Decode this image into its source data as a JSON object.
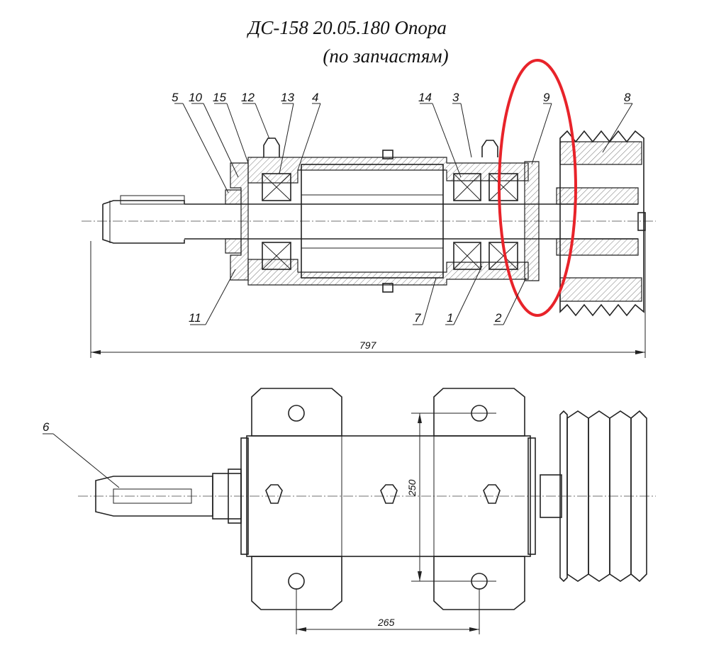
{
  "title": {
    "line1": "ДС-158 20.05.180 Опора",
    "line2": "(по запчастям)"
  },
  "callouts": [
    "5",
    "10",
    "15",
    "12",
    "13",
    "4",
    "14",
    "3",
    "9",
    "8",
    "11",
    "7",
    "1",
    "2",
    "6"
  ],
  "dimensions": {
    "overall_length": "797",
    "height": "250",
    "spacing": "265"
  },
  "highlight_color": "#e8232a",
  "line_color": "#222222"
}
